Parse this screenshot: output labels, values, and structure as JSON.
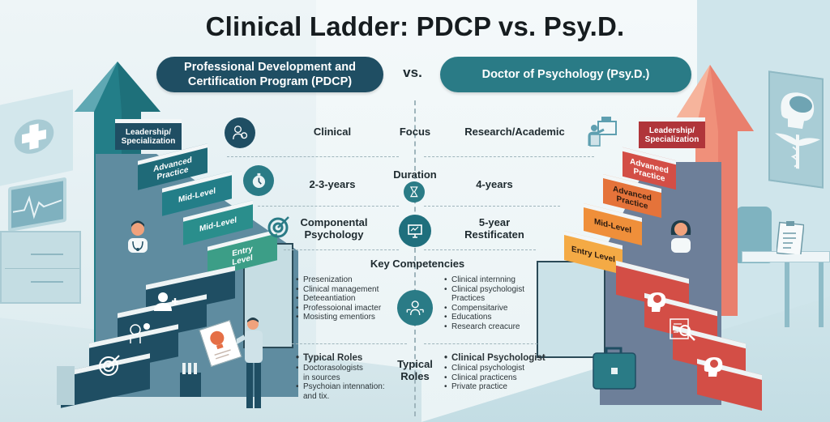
{
  "title": "Clinical Ladder: PDCP vs. Psy.D.",
  "header": {
    "left_program": "Professional Development and Certification Program (PDCP)",
    "left_program_line1": "Professional Development and",
    "left_program_line2": "Certification Program (PDCP)",
    "vs_label": "vs.",
    "right_program": "Doctor of Psychology (Psy.D.)"
  },
  "colors": {
    "left_accent": "#1f4e63",
    "right_accent": "#2a7b86",
    "pdcp_stairs": [
      "#1f4e63",
      "#1f6a78",
      "#237e88",
      "#2a8e8c",
      "#3c9e87"
    ],
    "psyd_stairs": [
      "#b0353a",
      "#d34e46",
      "#e5733a",
      "#ef8f3a",
      "#f4aa45"
    ],
    "right_arrow": "#f0907a"
  },
  "left_ladder": {
    "steps": [
      "Leadership/ Specialization",
      "Advanced Practice",
      "Mid-Level",
      "Mid-Level",
      "Entry Level"
    ],
    "step_lines": [
      [
        "Leadership/",
        "Specialization"
      ],
      [
        "Advanced",
        "Practice"
      ],
      [
        "Mid-Level"
      ],
      [
        "Mid-Level"
      ],
      [
        "Entry",
        "Level"
      ]
    ],
    "lower_step_icons": [
      "add-user-icon",
      "mentoring-icon",
      "target-icon"
    ]
  },
  "right_ladder": {
    "steps": [
      "Leadership/ Specialization",
      "Advaneed Practice",
      "Advanced Practice",
      "Mid-Level",
      "Entry Level"
    ],
    "step_lines": [
      [
        "Leadership/",
        "Specialization"
      ],
      [
        "Advaneed",
        "Practice"
      ],
      [
        "Advanced",
        "Practice"
      ],
      [
        "Mid-Level"
      ],
      [
        "Entry Level"
      ]
    ],
    "lower_step_icons": [
      "brain-head-icon",
      "research-magnifier-icon",
      "brain-head-icon"
    ]
  },
  "comparison": {
    "focus": {
      "label": "Focus",
      "left": "Clinical",
      "right": "Research/Academic"
    },
    "duration": {
      "label": "Duration",
      "left": "2-3-years",
      "right": "4-years"
    },
    "third_row": {
      "left_line1": "Componental",
      "left_line2": "Psychology",
      "right_line1": "5-year",
      "right_line2": "Restificaten"
    },
    "key_competencies": {
      "label": "Key Competencies",
      "left": [
        "Presenization",
        "Clinical management",
        "Deteeantiation",
        "Professoional imacter",
        "Mosisting ementiors"
      ],
      "right": [
        "Clinical internning",
        "Clinical psychologist Practices",
        "Compensitarive",
        "Educations",
        "Research creacure"
      ],
      "right_lines": [
        [
          "Clinical internning"
        ],
        [
          "Clinical psychologist",
          "Practices"
        ],
        [
          "Compensitarive"
        ],
        [
          "Educations"
        ],
        [
          "Research creacure"
        ]
      ]
    },
    "typical_roles": {
      "label_line1": "Typical",
      "label_line2": "Roles",
      "left_heading": "Typical Roles",
      "left_items": [
        [
          "Doctorasologists",
          "in sources"
        ],
        [
          "Psychoian intennation:",
          "and tix."
        ]
      ],
      "right_heading": "Clinical Psychologist",
      "right_items": [
        "Clinical psychologist",
        "Clinical practicens",
        "Private practice"
      ]
    }
  }
}
